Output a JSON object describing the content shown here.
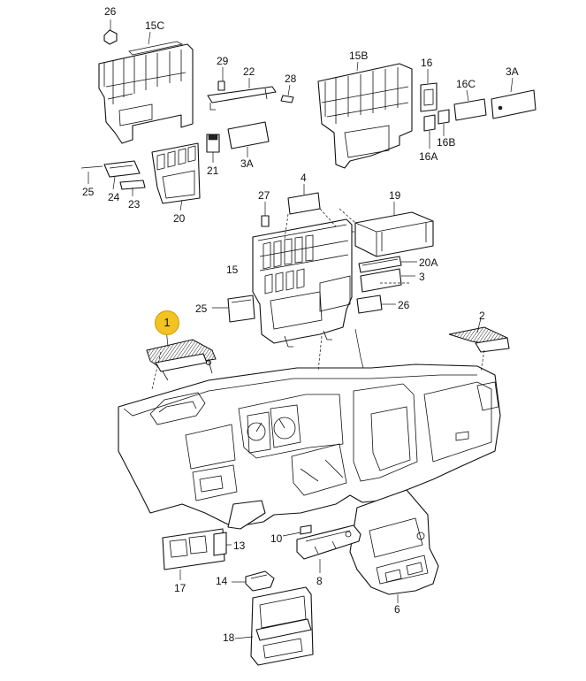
{
  "highlight": {
    "label": "1",
    "color": "#f2c322"
  },
  "callouts": {
    "c26": "26",
    "c15c": "15C",
    "c29": "29",
    "c22": "22",
    "c28": "28",
    "c15b": "15B",
    "c16": "16",
    "c16c": "16C",
    "c3a_top": "3A",
    "c21": "21",
    "c3a_mid": "3A",
    "c16b": "16B",
    "c16a": "16A",
    "c25_top": "25",
    "c24": "24",
    "c23": "23",
    "c20": "20",
    "c27": "27",
    "c4": "4",
    "c19": "19",
    "c15": "15",
    "c20a": "20A",
    "c3": "3",
    "c25": "25",
    "c26_mid": "26",
    "c2": "2",
    "c10": "10",
    "c13": "13",
    "c17": "17",
    "c8": "8",
    "c14": "14",
    "c6": "6",
    "c18": "18"
  }
}
